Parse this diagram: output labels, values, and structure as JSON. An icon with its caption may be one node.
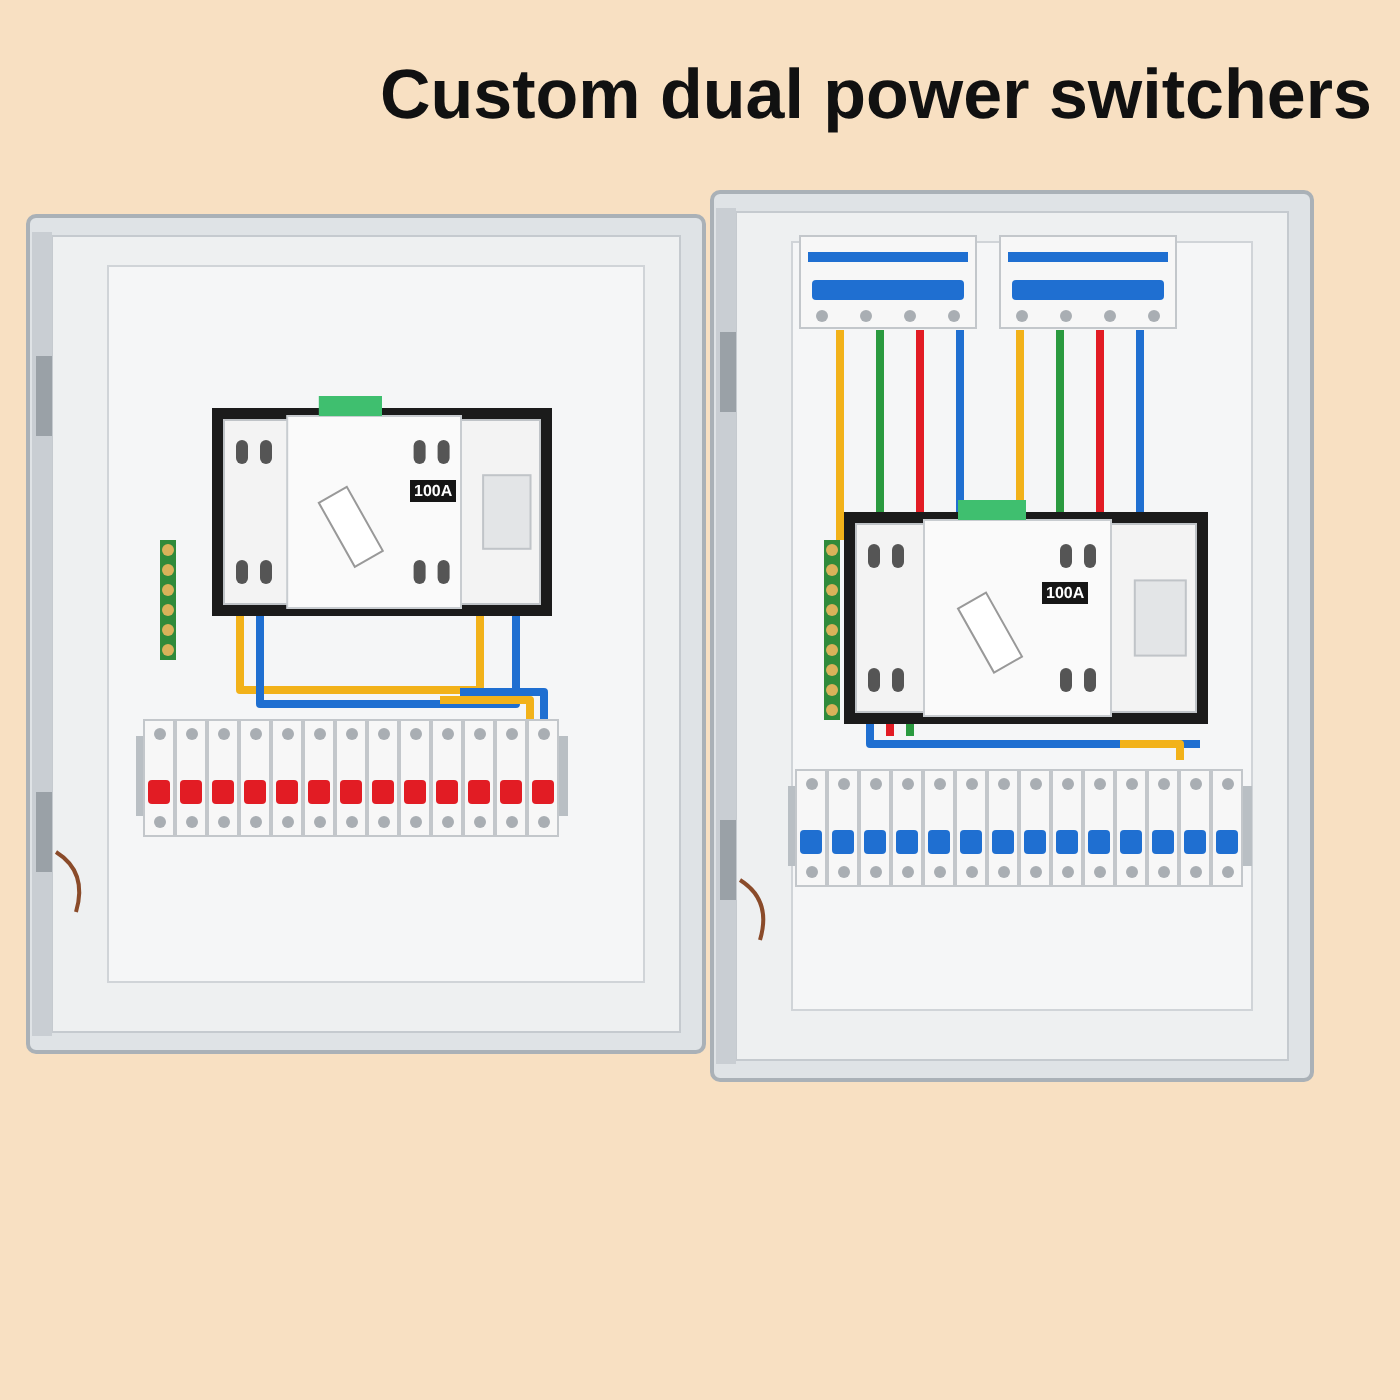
{
  "diagram": {
    "title": "Custom dual power switchers",
    "labels": [
      "100A",
      "100A"
    ]
  }
}
